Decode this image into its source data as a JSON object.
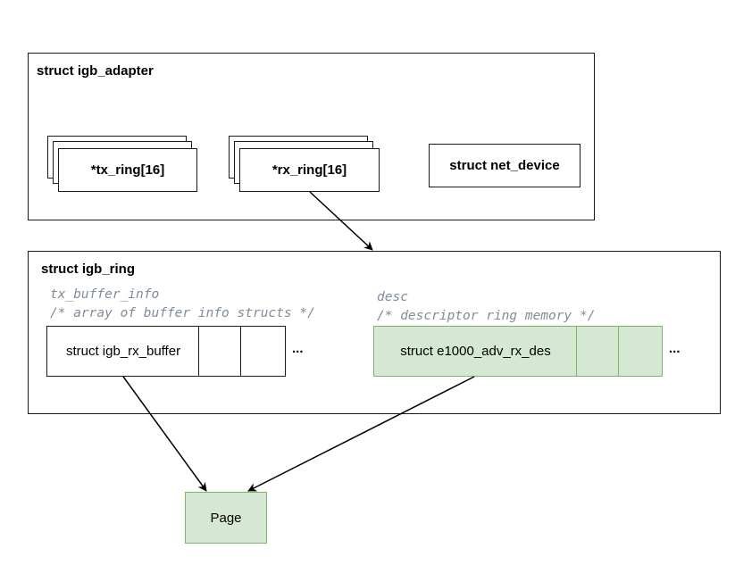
{
  "adapter": {
    "title": "struct igb_adapter",
    "tx_ring": "*tx_ring[16]",
    "rx_ring": "*rx_ring[16]",
    "net_device": "struct net_device"
  },
  "ring": {
    "title": "struct igb_ring",
    "buffer_comment_1": "tx_buffer_info",
    "buffer_comment_2": "/* array of buffer info structs */",
    "desc_comment_1": "desc",
    "desc_comment_2": "/* descriptor ring memory */",
    "buffer_cell": "struct igb_rx_buffer",
    "desc_cell": "struct e1000_adv_rx_des",
    "ellipsis": "..."
  },
  "page": {
    "label": "Page"
  },
  "colors": {
    "green_fill": "#d5e8d4",
    "green_stroke": "#82b366",
    "comment_text": "#7f8c99",
    "stroke": "#1a1a1a"
  }
}
